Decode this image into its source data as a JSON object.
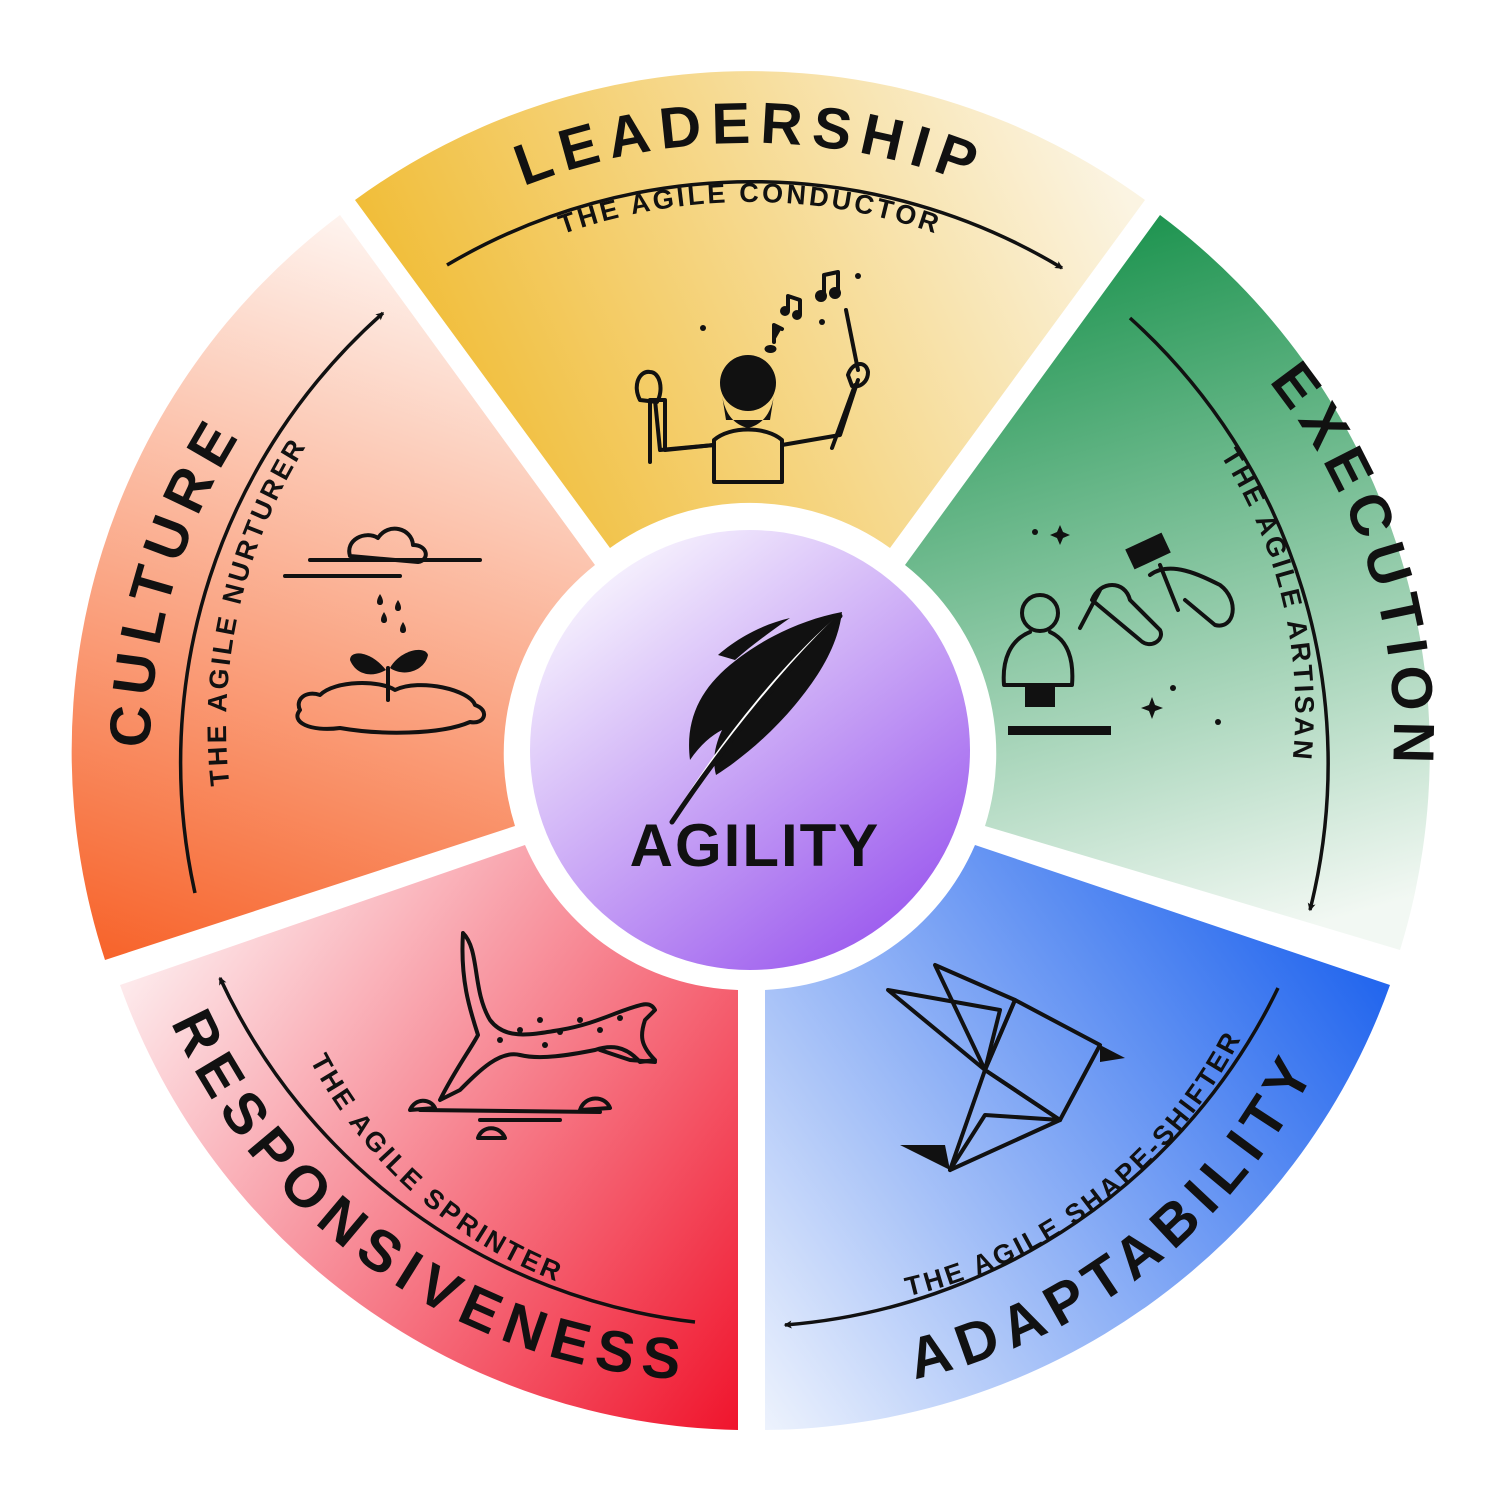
{
  "center": {
    "label": "AGILITY",
    "icon": "feather-icon",
    "color_top": "#f4eefd",
    "color_bottom": "#9b59ee"
  },
  "segments": [
    {
      "key": "leadership",
      "title": "LEADERSHIP",
      "subtitle": "THE AGILE CONDUCTOR",
      "icon": "conductor-icon",
      "color": "#f0b92b"
    },
    {
      "key": "execution",
      "title": "EXECUTION",
      "subtitle": "THE AGILE ARTISAN",
      "icon": "sculptor-icon",
      "color": "#1e9450"
    },
    {
      "key": "adaptability",
      "title": "ADAPTABILITY",
      "subtitle": "THE AGILE SHAPE-SHIFTER",
      "icon": "origami-bird-icon",
      "color": "#2467ee"
    },
    {
      "key": "responsiveness",
      "title": "RESPONSIVENESS",
      "subtitle": "THE AGILE SPRINTER",
      "icon": "cheetah-icon",
      "color": "#f0142c"
    },
    {
      "key": "culture",
      "title": "CULTURE",
      "subtitle": "THE AGILE NURTURER",
      "icon": "growing-plant-icon",
      "color": "#f7632a"
    }
  ]
}
